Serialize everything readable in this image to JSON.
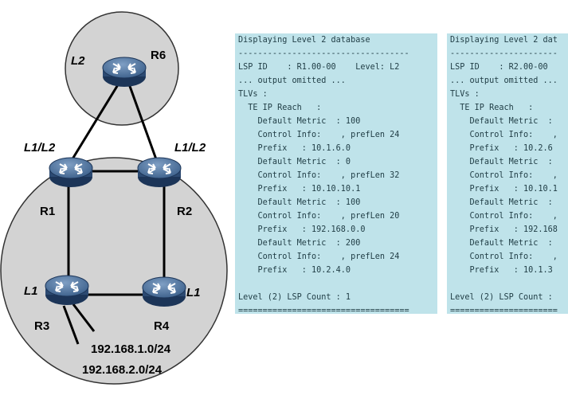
{
  "diagram": {
    "routers": [
      {
        "id": "R6",
        "level": "L2"
      },
      {
        "id": "R1",
        "level": "L1/L2"
      },
      {
        "id": "R2",
        "level": "L1/L2"
      },
      {
        "id": "R3",
        "level": "L1"
      },
      {
        "id": "R4",
        "level": "L1"
      }
    ],
    "prefixes": [
      "192.168.1.0/24",
      "192.168.2.0/24"
    ]
  },
  "panels": [
    {
      "lines": [
        "Displaying Level 2 database",
        "-----------------------------------",
        "LSP ID    : R1.00-00    Level: L2",
        "... output omitted ...",
        "TLVs :",
        "  TE IP Reach   :",
        "    Default Metric  : 100",
        "    Control Info:    , prefLen 24",
        "    Prefix   : 10.1.6.0",
        "    Default Metric  : 0",
        "    Control Info:    , prefLen 32",
        "    Prefix   : 10.10.10.1",
        "    Default Metric  : 100",
        "    Control Info:    , prefLen 20",
        "    Prefix   : 192.168.0.0",
        "    Default Metric  : 200",
        "    Control Info:    , prefLen 24",
        "    Prefix   : 10.2.4.0",
        "",
        "Level (2) LSP Count : 1",
        "==================================="
      ]
    },
    {
      "lines": [
        "Displaying Level 2 dat",
        "----------------------",
        "LSP ID    : R2.00-00",
        "... output omitted ...",
        "TLVs :",
        "  TE IP Reach   :",
        "    Default Metric  :",
        "    Control Info:    ,",
        "    Prefix   : 10.2.6",
        "    Default Metric  :",
        "    Control Info:    ,",
        "    Prefix   : 10.10.1",
        "    Default Metric  :",
        "    Control Info:    ,",
        "    Prefix   : 192.168",
        "    Default Metric  :",
        "    Control Info:    ,",
        "    Prefix   : 10.1.3",
        "",
        "Level (2) LSP Count :",
        "======================"
      ]
    }
  ]
}
